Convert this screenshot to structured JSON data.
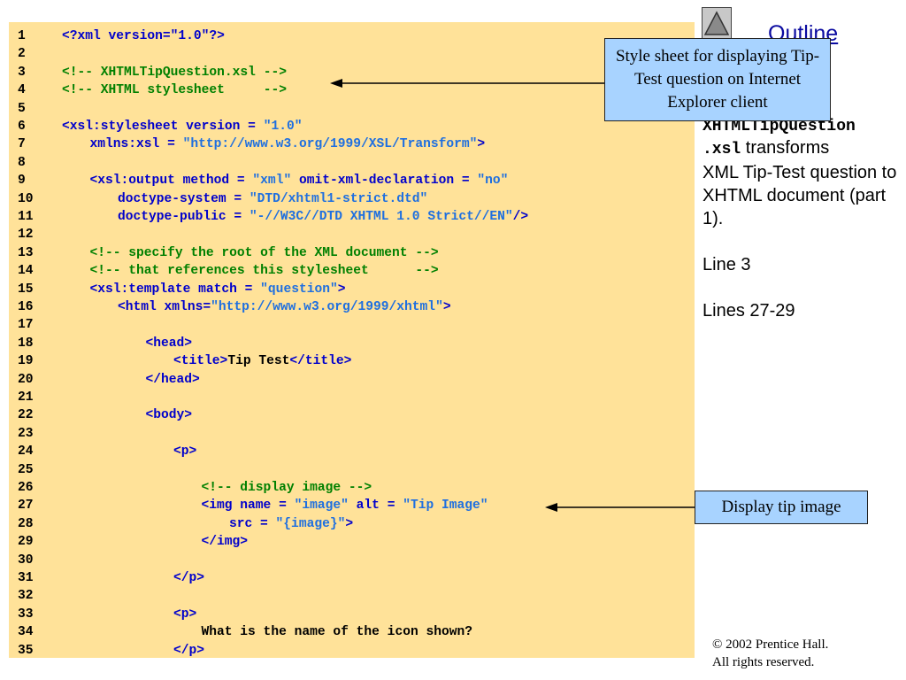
{
  "outline": {
    "title": "Outline"
  },
  "callouts": [
    {
      "text": "Style sheet for displaying Tip-Test question on Internet Explorer client"
    },
    {
      "text": "Display tip image"
    }
  ],
  "side": {
    "filename_part1": "XHTMLTipQuestion",
    "filename_part2": ".xsl",
    "desc1": " transforms",
    "desc2": "XML Tip-Test question to XHTML document (part 1).",
    "line_ref_1": "Line 3",
    "line_ref_2": "Lines 27-29"
  },
  "copyright": {
    "line1": "© 2002 Prentice Hall.",
    "line2": "All rights reserved."
  },
  "code": [
    {
      "n": "1",
      "indent": 0,
      "segs": [
        {
          "c": "tag",
          "t": "<?xml version=\"1.0\"?>"
        }
      ]
    },
    {
      "n": "2",
      "indent": 0,
      "segs": []
    },
    {
      "n": "3",
      "indent": 0,
      "segs": [
        {
          "c": "cmt",
          "t": "<!-- XHTMLTipQuestion.xsl -->"
        }
      ]
    },
    {
      "n": "4",
      "indent": 0,
      "segs": [
        {
          "c": "cmt",
          "t": "<!-- XHTML stylesheet     -->"
        }
      ]
    },
    {
      "n": "5",
      "indent": 0,
      "segs": []
    },
    {
      "n": "6",
      "indent": 0,
      "segs": [
        {
          "c": "tag",
          "t": "<xsl:stylesheet version = "
        },
        {
          "c": "val",
          "t": "\"1.0\""
        }
      ]
    },
    {
      "n": "7",
      "indent": 1,
      "segs": [
        {
          "c": "tag",
          "t": "xmlns:xsl = "
        },
        {
          "c": "val",
          "t": "\"http://www.w3.org/1999/XSL/Transform\""
        },
        {
          "c": "tag",
          "t": ">"
        }
      ]
    },
    {
      "n": "8",
      "indent": 0,
      "segs": []
    },
    {
      "n": "9",
      "indent": 1,
      "segs": [
        {
          "c": "tag",
          "t": "<xsl:output method = "
        },
        {
          "c": "val",
          "t": "\"xml\""
        },
        {
          "c": "tag",
          "t": " omit-xml-declaration = "
        },
        {
          "c": "val",
          "t": "\"no\""
        }
      ]
    },
    {
      "n": "10",
      "indent": 2,
      "segs": [
        {
          "c": "tag",
          "t": "doctype-system = "
        },
        {
          "c": "val",
          "t": "\"DTD/xhtml1-strict.dtd\""
        }
      ]
    },
    {
      "n": "11",
      "indent": 2,
      "segs": [
        {
          "c": "tag",
          "t": "doctype-public = "
        },
        {
          "c": "val",
          "t": "\"-//W3C//DTD XHTML 1.0 Strict//EN\""
        },
        {
          "c": "tag",
          "t": "/>"
        }
      ]
    },
    {
      "n": "12",
      "indent": 0,
      "segs": []
    },
    {
      "n": "13",
      "indent": 1,
      "segs": [
        {
          "c": "cmt",
          "t": "<!-- specify the root of the XML document -->"
        }
      ]
    },
    {
      "n": "14",
      "indent": 1,
      "segs": [
        {
          "c": "cmt",
          "t": "<!-- that references this stylesheet      -->"
        }
      ]
    },
    {
      "n": "15",
      "indent": 1,
      "segs": [
        {
          "c": "tag",
          "t": "<xsl:template match = "
        },
        {
          "c": "val",
          "t": "\"question\""
        },
        {
          "c": "tag",
          "t": ">"
        }
      ]
    },
    {
      "n": "16",
      "indent": 2,
      "segs": [
        {
          "c": "tag",
          "t": "<html xmlns="
        },
        {
          "c": "val",
          "t": "\"http://www.w3.org/1999/xhtml\""
        },
        {
          "c": "tag",
          "t": ">"
        }
      ]
    },
    {
      "n": "17",
      "indent": 0,
      "segs": []
    },
    {
      "n": "18",
      "indent": 3,
      "segs": [
        {
          "c": "tag",
          "t": "<head>"
        }
      ]
    },
    {
      "n": "19",
      "indent": 4,
      "segs": [
        {
          "c": "tag",
          "t": "<title>"
        },
        {
          "c": "txt",
          "t": "Tip Test"
        },
        {
          "c": "tag",
          "t": "</title>"
        }
      ]
    },
    {
      "n": "20",
      "indent": 3,
      "segs": [
        {
          "c": "tag",
          "t": "</head>"
        }
      ]
    },
    {
      "n": "21",
      "indent": 0,
      "segs": []
    },
    {
      "n": "22",
      "indent": 3,
      "segs": [
        {
          "c": "tag",
          "t": "<body>"
        }
      ]
    },
    {
      "n": "23",
      "indent": 0,
      "segs": []
    },
    {
      "n": "24",
      "indent": 4,
      "segs": [
        {
          "c": "tag",
          "t": "<p>"
        }
      ]
    },
    {
      "n": "25",
      "indent": 0,
      "segs": []
    },
    {
      "n": "26",
      "indent": 5,
      "segs": [
        {
          "c": "cmt",
          "t": "<!-- display image -->"
        }
      ]
    },
    {
      "n": "27",
      "indent": 5,
      "segs": [
        {
          "c": "tag",
          "t": "<img name = "
        },
        {
          "c": "val",
          "t": "\"image\""
        },
        {
          "c": "tag",
          "t": " alt = "
        },
        {
          "c": "val",
          "t": "\"Tip Image\""
        }
      ]
    },
    {
      "n": "28",
      "indent": 6,
      "segs": [
        {
          "c": "tag",
          "t": "src = "
        },
        {
          "c": "val",
          "t": "\"{image}\""
        },
        {
          "c": "tag",
          "t": ">"
        }
      ]
    },
    {
      "n": "29",
      "indent": 5,
      "segs": [
        {
          "c": "tag",
          "t": "</img>"
        }
      ]
    },
    {
      "n": "30",
      "indent": 0,
      "segs": []
    },
    {
      "n": "31",
      "indent": 4,
      "segs": [
        {
          "c": "tag",
          "t": "</p>"
        }
      ]
    },
    {
      "n": "32",
      "indent": 0,
      "segs": []
    },
    {
      "n": "33",
      "indent": 4,
      "segs": [
        {
          "c": "tag",
          "t": "<p>"
        }
      ]
    },
    {
      "n": "34",
      "indent": 5,
      "segs": [
        {
          "c": "txt",
          "t": "What is the name of the icon shown?"
        }
      ]
    },
    {
      "n": "35",
      "indent": 4,
      "segs": [
        {
          "c": "tag",
          "t": "</p>"
        }
      ]
    }
  ]
}
